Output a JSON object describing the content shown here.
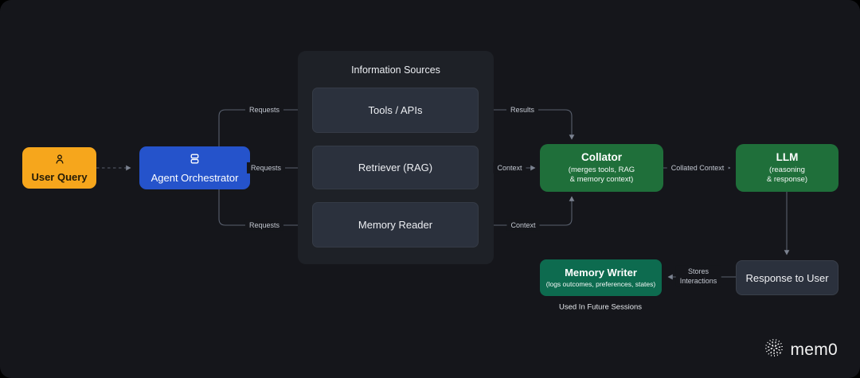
{
  "nodes": {
    "user_query": {
      "label": "User Query",
      "color": "#F6A61C",
      "icon": "person-icon"
    },
    "agent_orchestrator": {
      "label": "Agent Orchestrator",
      "color": "#2553CB",
      "icon": "stack-icon"
    },
    "information_sources": {
      "title": "Information Sources",
      "panel_color": "#1e2127",
      "item_color": "#2b313d",
      "items": [
        {
          "label": "Tools / APIs"
        },
        {
          "label": "Retriever (RAG)"
        },
        {
          "label": "Memory Reader"
        }
      ]
    },
    "collator": {
      "title": "Collator",
      "subtitle_line1": "(merges tools, RAG",
      "subtitle_line2": "& memory context)",
      "color": "#1f6f3a"
    },
    "llm": {
      "title": "LLM",
      "subtitle_line1": "(reasoning",
      "subtitle_line2": "& response)",
      "color": "#1f6f3a"
    },
    "memory_writer": {
      "title": "Memory Writer",
      "subtitle": "(logs outcomes, preferences, states)",
      "color": "#0d6b4f"
    },
    "response_to_user": {
      "label": "Response to User",
      "color": "#2b313d"
    }
  },
  "edge_labels": {
    "requests_top": "Requests",
    "requests_mid": "Requests",
    "requests_bottom": "Requests",
    "results": "Results",
    "context_mid": "Context",
    "context_bottom": "Context",
    "collated_context": "Collated Context",
    "stores_line1": "Stores",
    "stores_line2": "Interactions"
  },
  "caption": "Used In Future Sessions",
  "brand": {
    "name": "mem0"
  }
}
